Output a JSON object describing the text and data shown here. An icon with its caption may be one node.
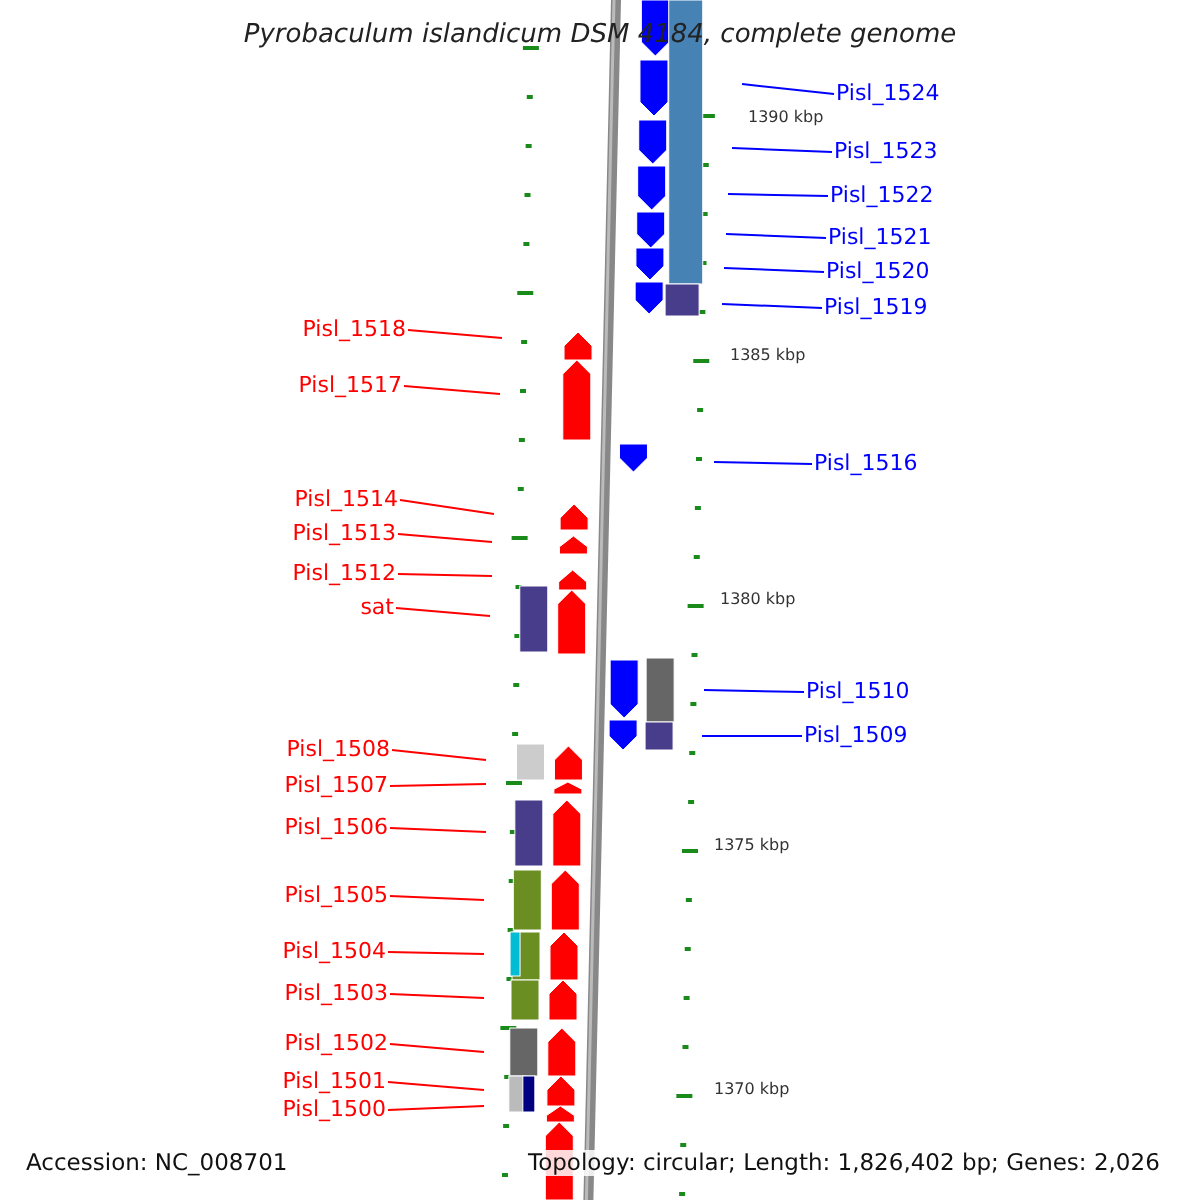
{
  "diagram": {
    "title": "Pyrobaculum islandicum DSM 4184, complete genome",
    "nodes": [
      {
        "text": [
          "Pisl_1524"
        ]
      },
      {
        "text": [
          "Pisl_1523"
        ]
      },
      {
        "text": [
          "Pisl_1522"
        ]
      },
      {
        "text": [
          "Pisl_1521"
        ]
      },
      {
        "text": [
          "Pisl_1520"
        ]
      },
      {
        "text": [
          "Pisl_1519"
        ]
      },
      {
        "text": [
          "Pisl_1518"
        ]
      },
      {
        "text": [
          "Pisl_1517"
        ]
      },
      {
        "text": [
          "Pisl_1516"
        ]
      },
      {
        "text": [
          "Pisl_1514"
        ]
      },
      {
        "text": [
          "Pisl_1513"
        ]
      },
      {
        "text": [
          "Pisl_1512"
        ]
      },
      {
        "text": [
          "sat"
        ]
      },
      {
        "text": [
          "Pisl_1510"
        ]
      },
      {
        "text": [
          "Pisl_1509"
        ]
      },
      {
        "text": [
          "Pisl_1508"
        ]
      },
      {
        "text": [
          "Pisl_1507"
        ]
      },
      {
        "text": [
          "Pisl_1506"
        ]
      },
      {
        "text": [
          "Pisl_1505"
        ]
      },
      {
        "text": [
          "Pisl_1504"
        ]
      },
      {
        "text": [
          "Pisl_1503"
        ]
      },
      {
        "text": [
          "Pisl_1502"
        ]
      },
      {
        "text": [
          "Pisl_1501"
        ]
      },
      {
        "text": [
          "Pisl_1500"
        ]
      }
    ],
    "edges": [
      {
        "from": 0,
        "to": null,
        "arrow": "none",
        "color": "#0000ff"
      },
      {
        "from": 1,
        "to": null,
        "arrow": "none",
        "color": "#0000ff"
      },
      {
        "from": 2,
        "to": null,
        "arrow": "none",
        "color": "#0000ff"
      },
      {
        "from": 3,
        "to": null,
        "arrow": "none",
        "color": "#0000ff"
      },
      {
        "from": 4,
        "to": null,
        "arrow": "none",
        "color": "#0000ff"
      },
      {
        "from": 5,
        "to": null,
        "arrow": "none",
        "color": "#0000ff"
      },
      {
        "from": 6,
        "to": null,
        "arrow": "none"
      },
      {
        "from": 7,
        "to": null,
        "arrow": "none"
      },
      {
        "from": 8,
        "to": null,
        "arrow": "none",
        "color": "#0000ff"
      },
      {
        "from": 9,
        "to": null,
        "arrow": "none"
      },
      {
        "from": 10,
        "to": null,
        "arrow": "none"
      },
      {
        "from": 11,
        "to": null,
        "arrow": "none"
      },
      {
        "from": 12,
        "to": null,
        "arrow": "none"
      },
      {
        "from": 13,
        "to": null,
        "arrow": "none",
        "color": "#0000ff"
      },
      {
        "from": 14,
        "to": null,
        "arrow": "none",
        "color": "#0000ff"
      },
      {
        "from": 15,
        "to": null,
        "arrow": "none"
      },
      {
        "from": 16,
        "to": null,
        "arrow": "none"
      },
      {
        "from": 17,
        "to": null,
        "arrow": "none"
      },
      {
        "from": 18,
        "to": null,
        "arrow": "none"
      },
      {
        "from": 19,
        "to": null,
        "arrow": "none"
      },
      {
        "from": 20,
        "to": null,
        "arrow": "none"
      },
      {
        "from": 21,
        "to": null,
        "arrow": "none"
      },
      {
        "from": 22,
        "to": null,
        "arrow": "none"
      },
      {
        "from": 23,
        "to": null,
        "arrow": "none"
      }
    ],
    "labels": [
      "1390 kbp",
      "1385 kbp",
      "1380 kbp",
      "1375 kbp",
      "1370 kbp",
      "Accession: NC_008701",
      "Topology: circular; Length: 1,826,402 bp; Genes: 2,026"
    ]
  }
}
